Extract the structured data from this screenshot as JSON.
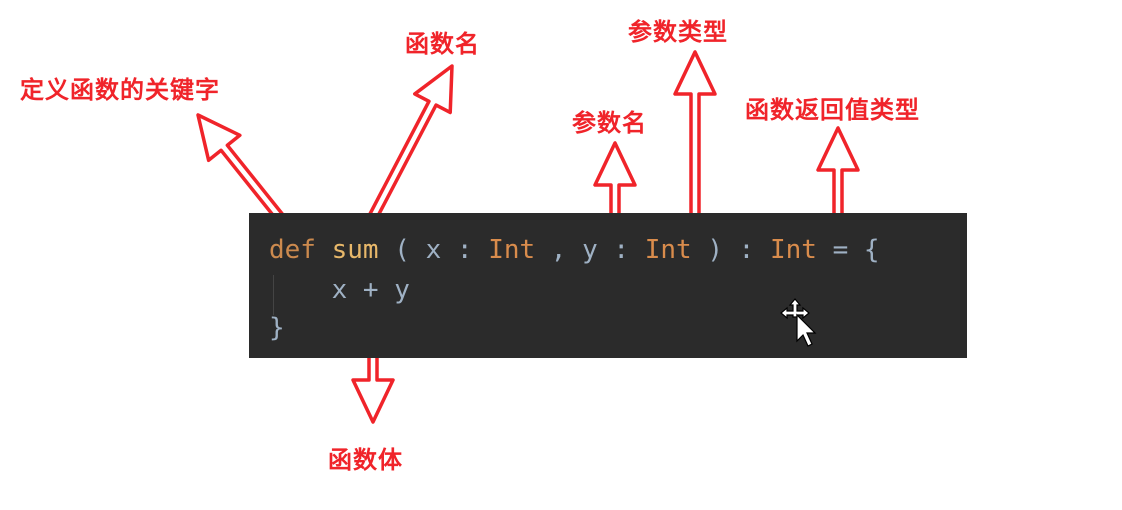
{
  "labels": {
    "def_keyword": "定义函数的关键字",
    "function_name": "函数名",
    "param_name": "参数名",
    "param_type": "参数类型",
    "return_type": "函数返回值类型",
    "function_body": "函数体"
  },
  "code": {
    "def": "def",
    "name": "sum",
    "open": " ( ",
    "p1": "x",
    "colon1": " : ",
    "t1": "Int",
    "comma": " , ",
    "p2": "y",
    "colon2": " : ",
    "t2": "Int",
    "close": " ) : ",
    "ret": "Int",
    "eq": " = {",
    "body": "    x + y",
    "end": "}"
  },
  "colors": {
    "annotation": "#f0242a",
    "code_bg": "#2b2b2b"
  }
}
